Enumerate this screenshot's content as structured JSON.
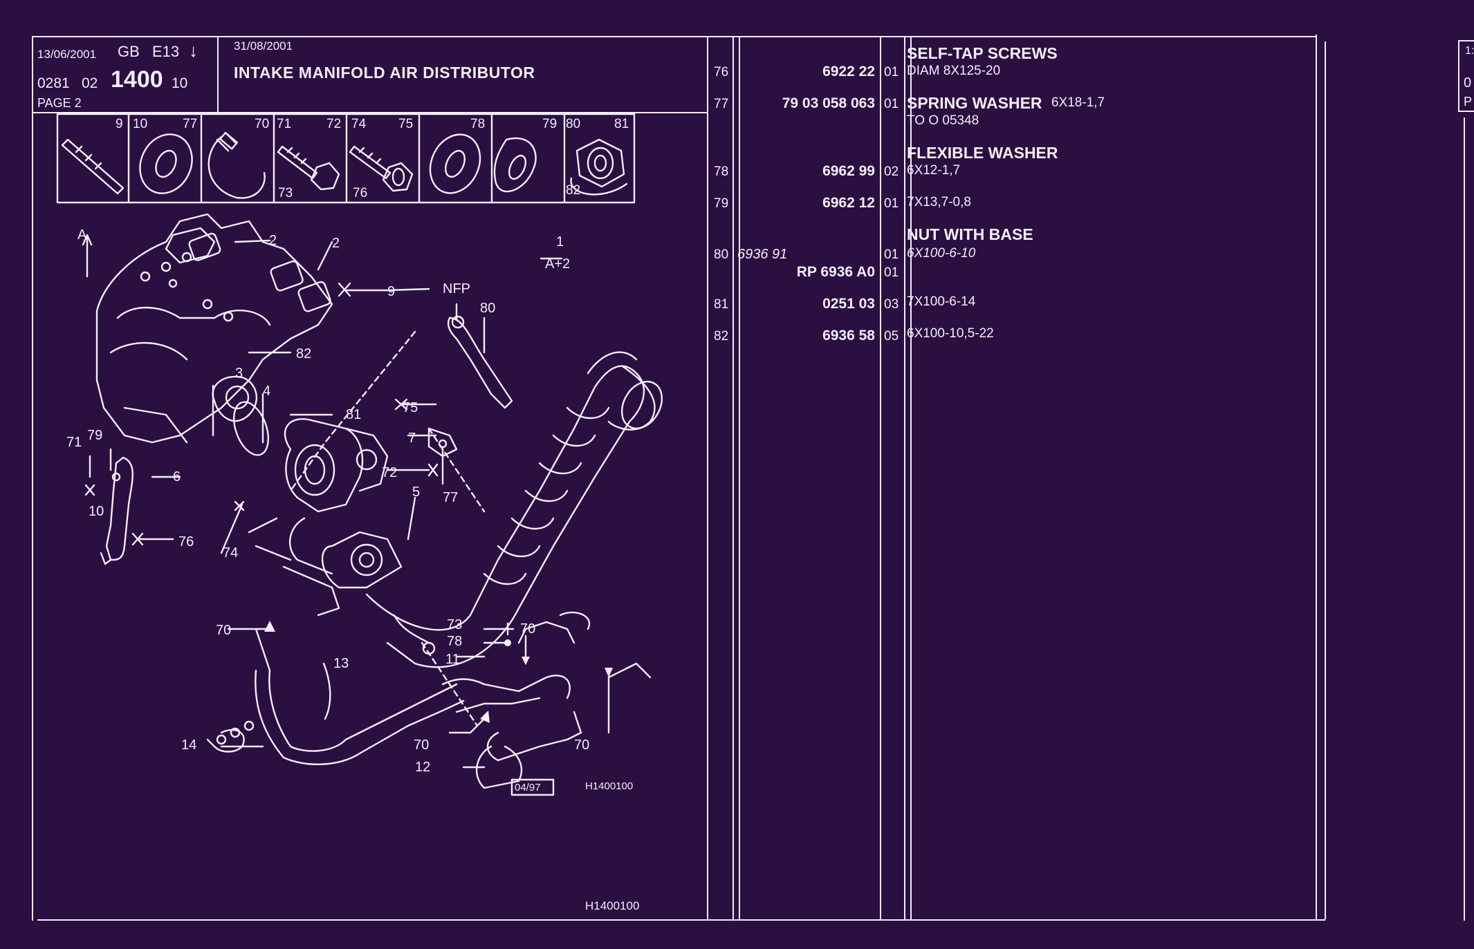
{
  "header": {
    "date1": "13/06/2001",
    "lang": "GB",
    "model_code": "E13",
    "arrow": "↓",
    "ref_prefix": "0281",
    "ref_mid": "02",
    "group": "1400",
    "ref_suffix": "10",
    "page": "PAGE 2",
    "date2": "31/08/2001",
    "title": "INTAKE MANIFOLD AIR DISTRIBUTOR"
  },
  "thumbnails": [
    {
      "left": "9",
      "right": "",
      "icon": "stud-icon"
    },
    {
      "left": "10",
      "right": "77",
      "icon": "flat-washer-icon"
    },
    {
      "left": "",
      "right": "70",
      "icon": "hose-clamp-icon"
    },
    {
      "left": "71",
      "right": "72",
      "bottom": "73",
      "icon": "hex-bolt-icon"
    },
    {
      "left": "74",
      "right": "75",
      "bottom": "76",
      "icon": "flange-screw-icon"
    },
    {
      "left": "",
      "right": "78",
      "icon": "spring-washer-icon"
    },
    {
      "left": "",
      "right": "79",
      "icon": "flexible-washer-icon"
    },
    {
      "left": "80",
      "right": "81",
      "bottom": "82",
      "icon": "flange-nut-icon"
    }
  ],
  "diagram": {
    "labels": [
      "A",
      "2",
      "2",
      "9",
      "NFP",
      "80",
      "82",
      "3",
      "4",
      "81",
      "75",
      "7",
      "72",
      "77",
      "5",
      "6",
      "71",
      "79",
      "10",
      "76",
      "74",
      "70",
      "13",
      "73",
      "78",
      "11",
      "70",
      "14",
      "70",
      "12",
      "70"
    ],
    "fraction_top": "1",
    "fraction_bottom": "A+2",
    "date_box": "04/97",
    "code": "H1400100",
    "footer_code": "H1400100"
  },
  "parts": [
    {
      "ref": "76",
      "number": "6922 22",
      "qty": "01"
    },
    {
      "ref": "77",
      "number": "79 03 058 063",
      "qty": "01"
    },
    {
      "ref": "78",
      "number": "6962 99",
      "qty": "02"
    },
    {
      "ref": "79",
      "number": "6962 12",
      "qty": "01"
    },
    {
      "ref": "80",
      "alt": "6936 91",
      "number": "RP  6936 A0",
      "qty": "01",
      "qty2": "01"
    },
    {
      "ref": "81",
      "number": "0251 03",
      "qty": "03"
    },
    {
      "ref": "82",
      "number": "6936 58",
      "qty": "05"
    }
  ],
  "descriptions": {
    "self_tap_title": "SELF-TAP SCREWS",
    "self_tap_spec": "DIAM 8X125-20",
    "spring_title": "SPRING WASHER",
    "spring_spec": "6X18-1,7",
    "spring_note": "TO  O  05348",
    "flex_title": "FLEXIBLE WASHER",
    "flex_spec": "6X12-1,7",
    "washer79": "7X13,7-0,8",
    "nut_title": "NUT WITH BASE",
    "nut_spec": "6X100-6-10",
    "spec81": "7X100-6-14",
    "spec82": "6X100-10,5-22"
  },
  "next_page": {
    "frag1": "1:",
    "frag2": "0",
    "frag3": "P"
  }
}
